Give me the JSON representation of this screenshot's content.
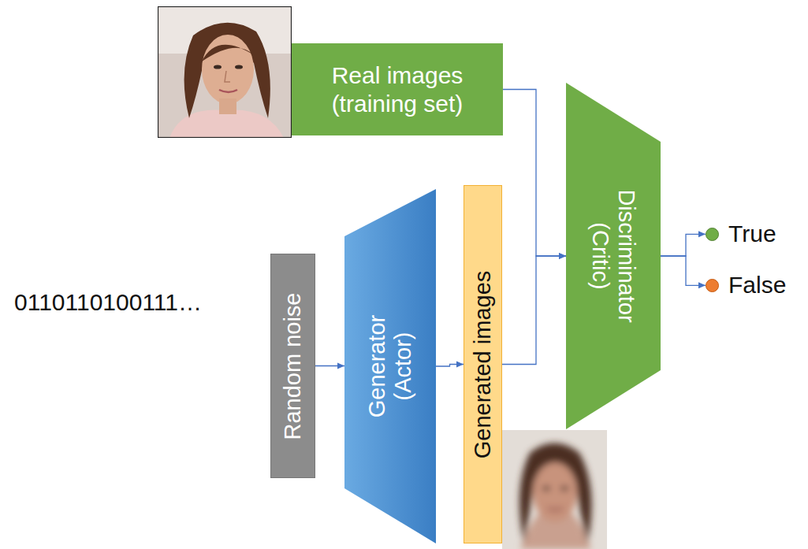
{
  "diagram": {
    "nodes": [
      {
        "text": [
          "Real images (training set)"
        ]
      },
      {
        "text": [
          "Random noise"
        ]
      },
      {
        "text": [
          "Generator (Actor)"
        ]
      },
      {
        "text": [
          "Generated images"
        ]
      },
      {
        "text": [
          "Discriminator (Critic)"
        ]
      },
      {
        "text": [
          "True"
        ]
      },
      {
        "text": [
          "False"
        ]
      }
    ],
    "edges": [
      {
        "from": 1,
        "to": 2,
        "arrow": "to"
      },
      {
        "from": 2,
        "to": 3,
        "arrow": "to"
      },
      {
        "from": 0,
        "to": 4,
        "arrow": "to"
      },
      {
        "from": 3,
        "to": 4,
        "arrow": "to"
      },
      {
        "from": 4,
        "to": 5,
        "arrow": "to"
      },
      {
        "from": 4,
        "to": 6,
        "arrow": "to"
      }
    ],
    "labels": [
      "0110110100111…"
    ]
  }
}
